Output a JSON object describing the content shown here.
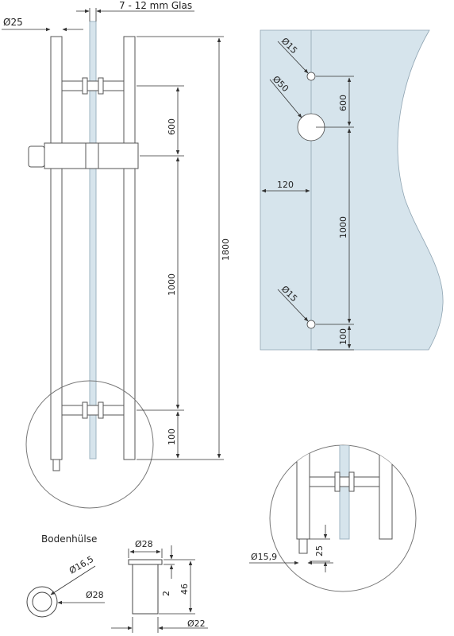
{
  "labels": {
    "glass_thickness": "7 - 12 mm Glas",
    "rod_diameter": "Ø25",
    "dim_600": "600",
    "dim_1000": "1000",
    "dim_100": "100",
    "dim_1800": "1800",
    "hole_small_top": "Ø15",
    "hole_large": "Ø50",
    "hole_small_bottom": "Ø15",
    "edge_offset": "120",
    "panel_600": "600",
    "panel_1000": "1000",
    "panel_100": "100",
    "bodenhulse_title": "Bodenhülse",
    "sleeve_inner": "Ø16,5",
    "sleeve_outer_ring": "Ø28",
    "sleeve_top_width": "Ø28",
    "sleeve_flange": "2",
    "sleeve_height": "46",
    "sleeve_bottom": "Ø22",
    "detail_height": "25",
    "detail_pin": "Ø15,9"
  },
  "colors": {
    "glass": "#d6e4ec",
    "glass_edge": "#9fb4c2",
    "line": "#333333",
    "rod": "#555555"
  }
}
